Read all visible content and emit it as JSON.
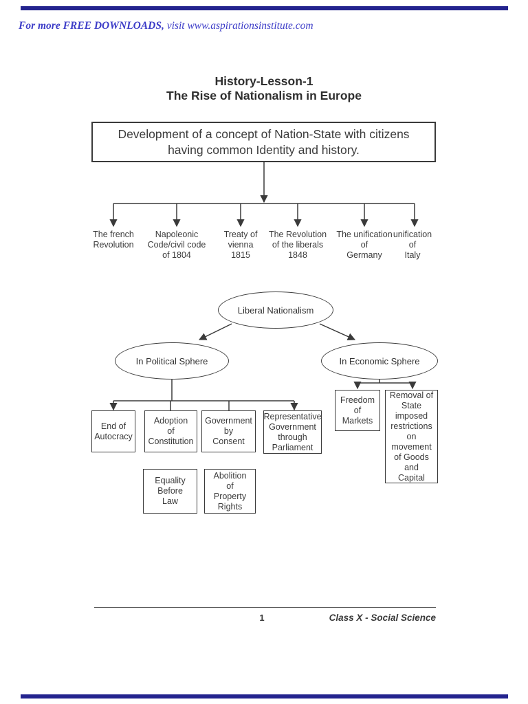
{
  "header": {
    "promo_bold": "For more FREE DOWNLOADS,",
    "promo_rest": " visit www.aspirationsinstitute.com"
  },
  "title": {
    "line1": "History-Lesson-1",
    "line2": "The Rise of Nationalism in Europe"
  },
  "concept_box": {
    "text": "Development of a concept of Nation-State with citizens having common Identity and history."
  },
  "causes": {
    "items": [
      "The french\nRevolution",
      "Napoleonic\nCode/civil code\nof 1804",
      "Treaty of\nvienna\n1815",
      "The Revolution\nof the liberals\n1848",
      "The unification\nof\nGermany",
      "unification\nof\nItaly"
    ]
  },
  "diagram": {
    "liberal": {
      "label": "Liberal Nationalism"
    },
    "political": {
      "label": "In Political Sphere",
      "row1": [
        "End of\nAutocracy",
        "Adoption\nof\nConstitution",
        "Government\nby\nConsent",
        "Representative\nGovernment\nthrough\nParliament"
      ],
      "row2": [
        "Equality\nBefore\nLaw",
        "Abolition\nof\nProperty\nRights"
      ]
    },
    "economic": {
      "label": "In Economic Sphere",
      "boxes": [
        "Freedom\nof\nMarkets",
        "Removal of\nState\nimposed\nrestrictions\non\nmovement\nof Goods\nand\nCapital"
      ]
    }
  },
  "footer": {
    "page_number": "1",
    "course": "Class X - Social Science"
  },
  "colors": {
    "rule_bar": "#23238e",
    "promo_text": "#3d3dc8",
    "diagram_ink": "#3a3a3a"
  }
}
